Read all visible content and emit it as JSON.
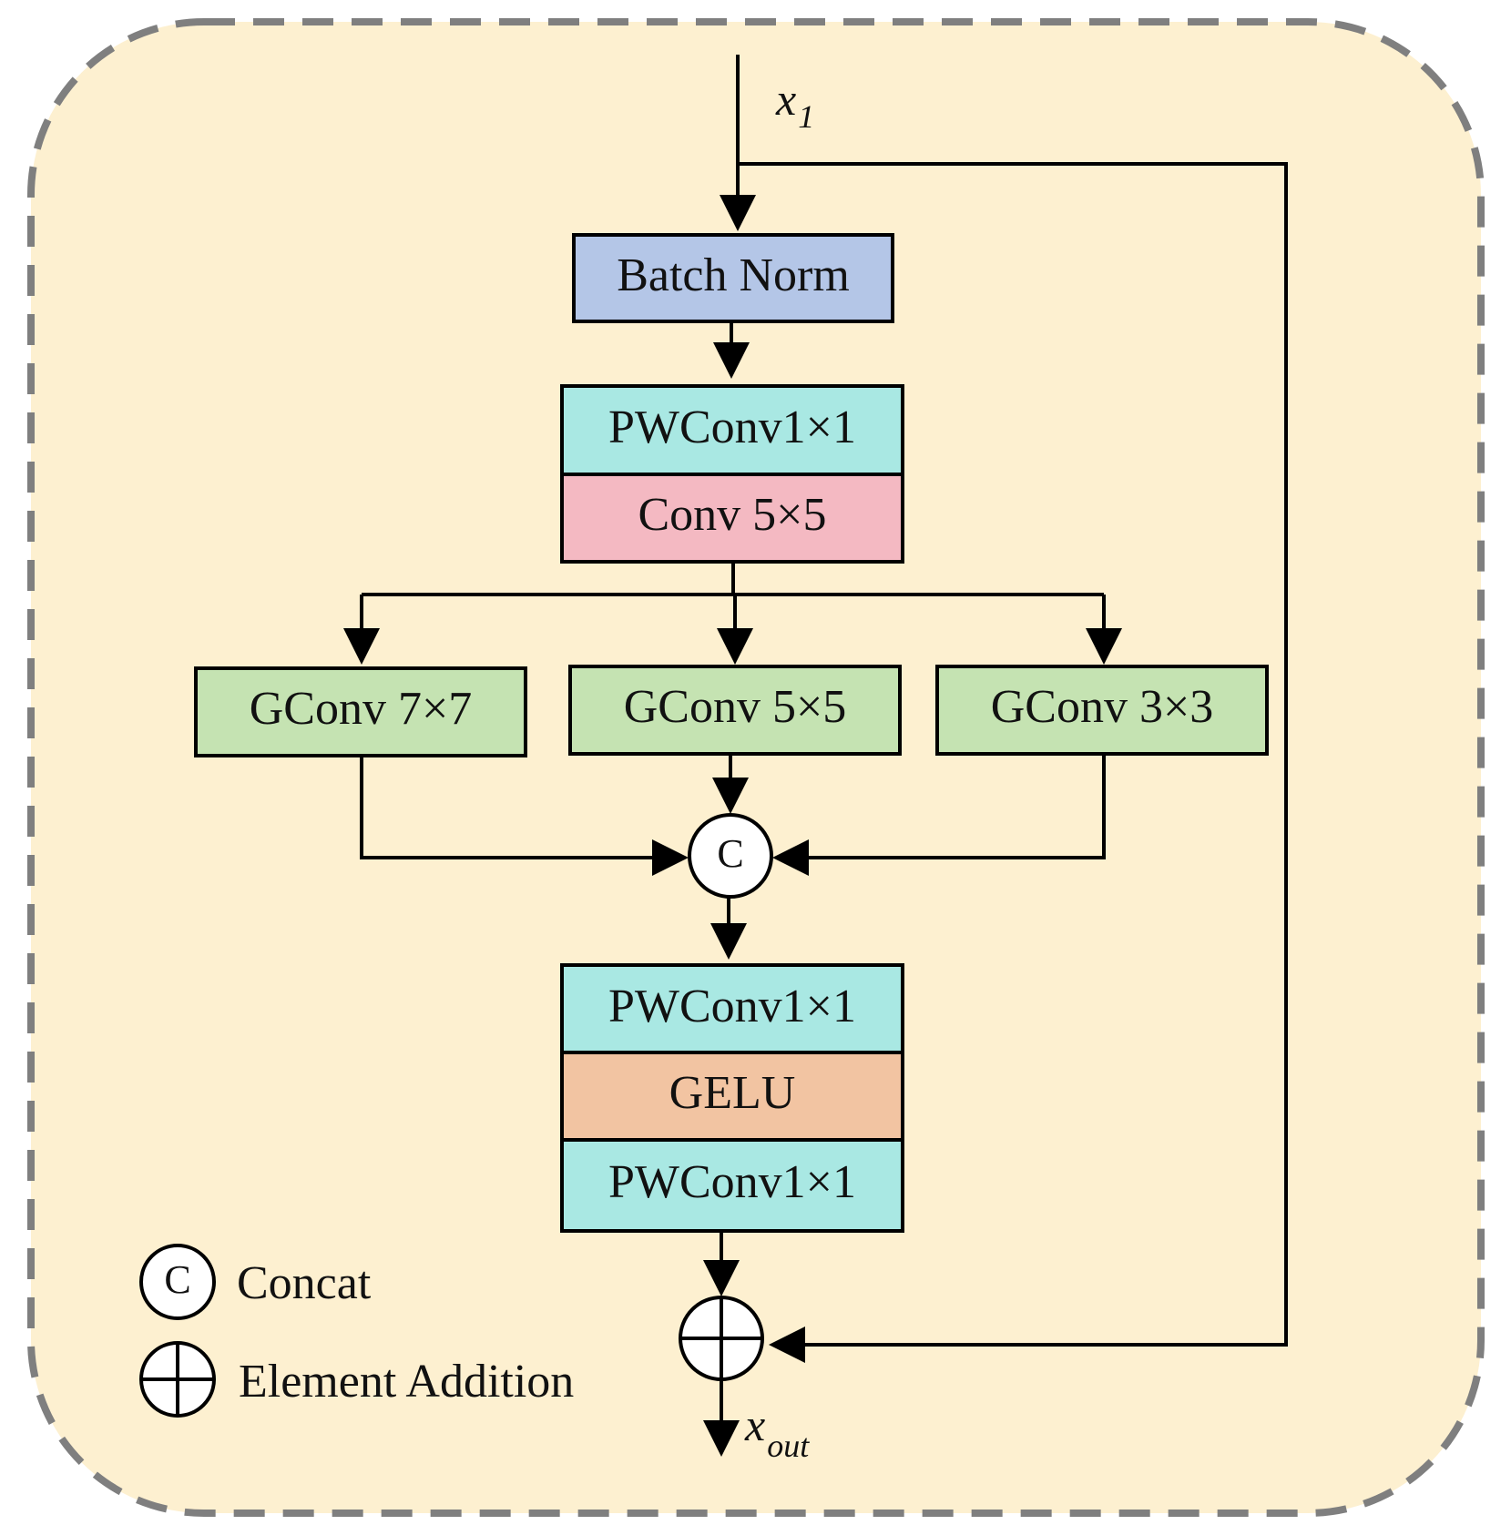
{
  "input": {
    "base": "x",
    "sub": "1"
  },
  "output": {
    "base": "x",
    "sub": "out"
  },
  "blocks": {
    "batch_norm": "Batch Norm",
    "pwconv_top": "PWConv1×1",
    "conv5": "Conv 5×5",
    "gconv7": "GConv 7×7",
    "gconv5": "GConv 5×5",
    "gconv3": "GConv 3×3",
    "pwconv_mid": "PWConv1×1",
    "gelu": "GELU",
    "pwconv_bot": "PWConv1×1"
  },
  "concat_symbol": "C",
  "legend": {
    "concat": "Concat",
    "addition": "Element Addition"
  },
  "colors": {
    "background": "#fdf0d0",
    "border": "#7f7f7f",
    "batch_norm": "#b4c6e7",
    "pwconv": "#a9e8e3",
    "conv": "#f4b9c2",
    "gconv": "#c5e3b2",
    "gelu": "#f2c4a2"
  }
}
